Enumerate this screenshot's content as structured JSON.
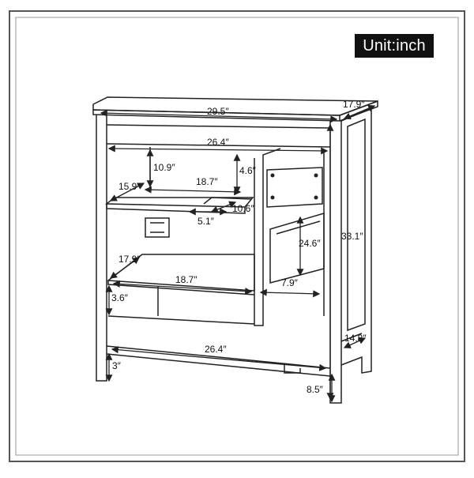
{
  "unit_label": "Unit:inch",
  "dimensions": {
    "top_width": "29.5″",
    "top_depth": "17.9″",
    "inner_width": "26.4″",
    "upper_height": "10.9″",
    "cutout_height": "4.6″",
    "shelf_depth": "15.9″",
    "shelf_width": "18.7″",
    "notch_width": "10.6″",
    "notch_depth": "5.1″",
    "total_height": "33.1″",
    "drawer_height": "24.6″",
    "bottom_depth": "17.9″",
    "bottom_width": "18.7″",
    "side_width": "7.9″",
    "kick_height": "3.6″",
    "side_depth": "14.8″",
    "base_width": "26.4″",
    "foot_height": "3″",
    "leg_height": "8.5″"
  },
  "colors": {
    "line": "#222222",
    "badge_bg": "#111111",
    "badge_text": "#ffffff"
  }
}
